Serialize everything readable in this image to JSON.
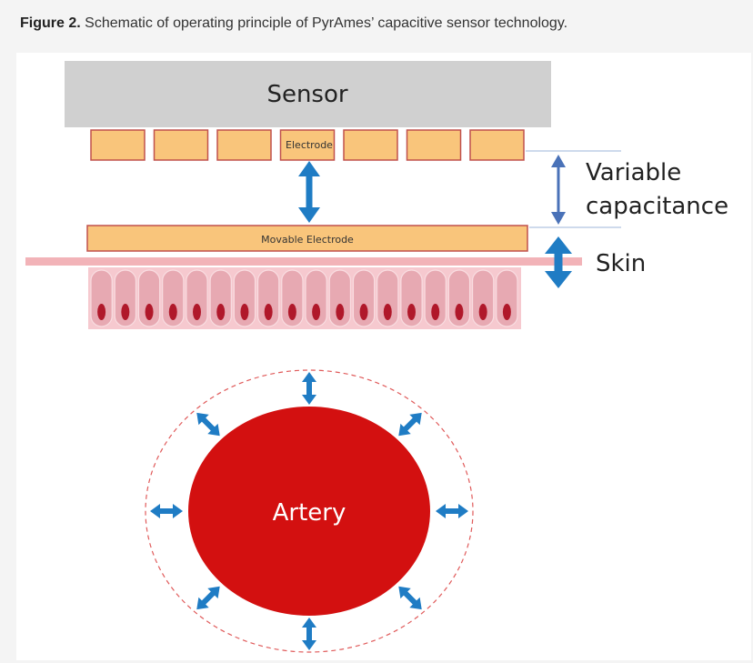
{
  "caption": {
    "figure_label": "Figure 2.",
    "text": "Schematic of operating principle of PyrAmes’ capacitive sensor technology."
  },
  "diagram": {
    "sensor_label": "Sensor",
    "electrode_label": "Electrode",
    "movable_electrode_label": "Movable Electrode",
    "variable_capacitance_label_line1": "Variable",
    "variable_capacitance_label_line2": "capacitance",
    "skin_label": "Skin",
    "artery_label": "Artery",
    "electrode_count": 7,
    "skin_cell_count": 18,
    "expansion_arrow_count": 8
  },
  "colors": {
    "sensor_fill": "#d0d0d0",
    "electrode_fill": "#f9c57b",
    "electrode_border": "#c0504d",
    "arrow_blue": "#1f7cc4",
    "capacitance_arrow": "#4a72b8",
    "guide_line": "#9db4d8",
    "skin_line": "#f2b3b8",
    "tissue_bg": "#f6c9cf",
    "tissue_cell": "#e7a9b2",
    "nucleus": "#b0182a",
    "artery_red": "#d31010",
    "dashed_circle": "#e05a5a"
  }
}
